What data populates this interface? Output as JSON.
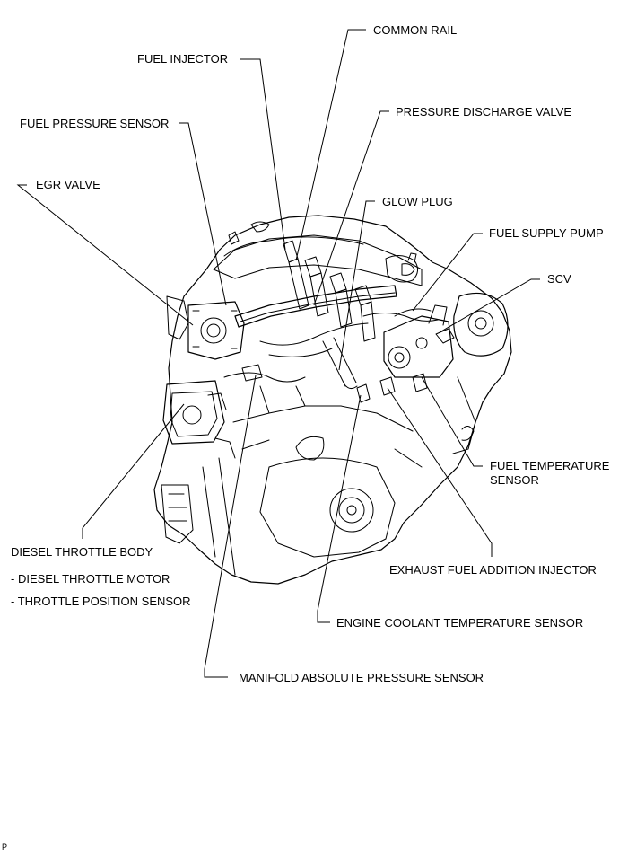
{
  "labels": {
    "common_rail": "COMMON RAIL",
    "fuel_injector": "FUEL INJECTOR",
    "pressure_discharge_valve": "PRESSURE DISCHARGE VALVE",
    "fuel_pressure_sensor": "FUEL PRESSURE SENSOR",
    "egr_valve": "EGR VALVE",
    "glow_plug": "GLOW PLUG",
    "fuel_supply_pump": "FUEL SUPPLY PUMP",
    "scv": "SCV",
    "fuel_temperature_sensor_1": "FUEL TEMPERATURE",
    "fuel_temperature_sensor_2": "SENSOR",
    "diesel_throttle_body": "DIESEL THROTTLE BODY",
    "diesel_throttle_motor": "- DIESEL THROTTLE MOTOR",
    "throttle_position_sensor": "- THROTTLE POSITION SENSOR",
    "exhaust_fuel_addition_injector": "EXHAUST FUEL ADDITION INJECTOR",
    "engine_coolant_temperature_sensor": "ENGINE COOLANT TEMPERATURE SENSOR",
    "manifold_absolute_pressure_sensor": "MANIFOLD ABSOLUTE PRESSURE SENSOR"
  },
  "corner_code": "P",
  "colors": {
    "ink": "#000000",
    "background": "#ffffff"
  }
}
